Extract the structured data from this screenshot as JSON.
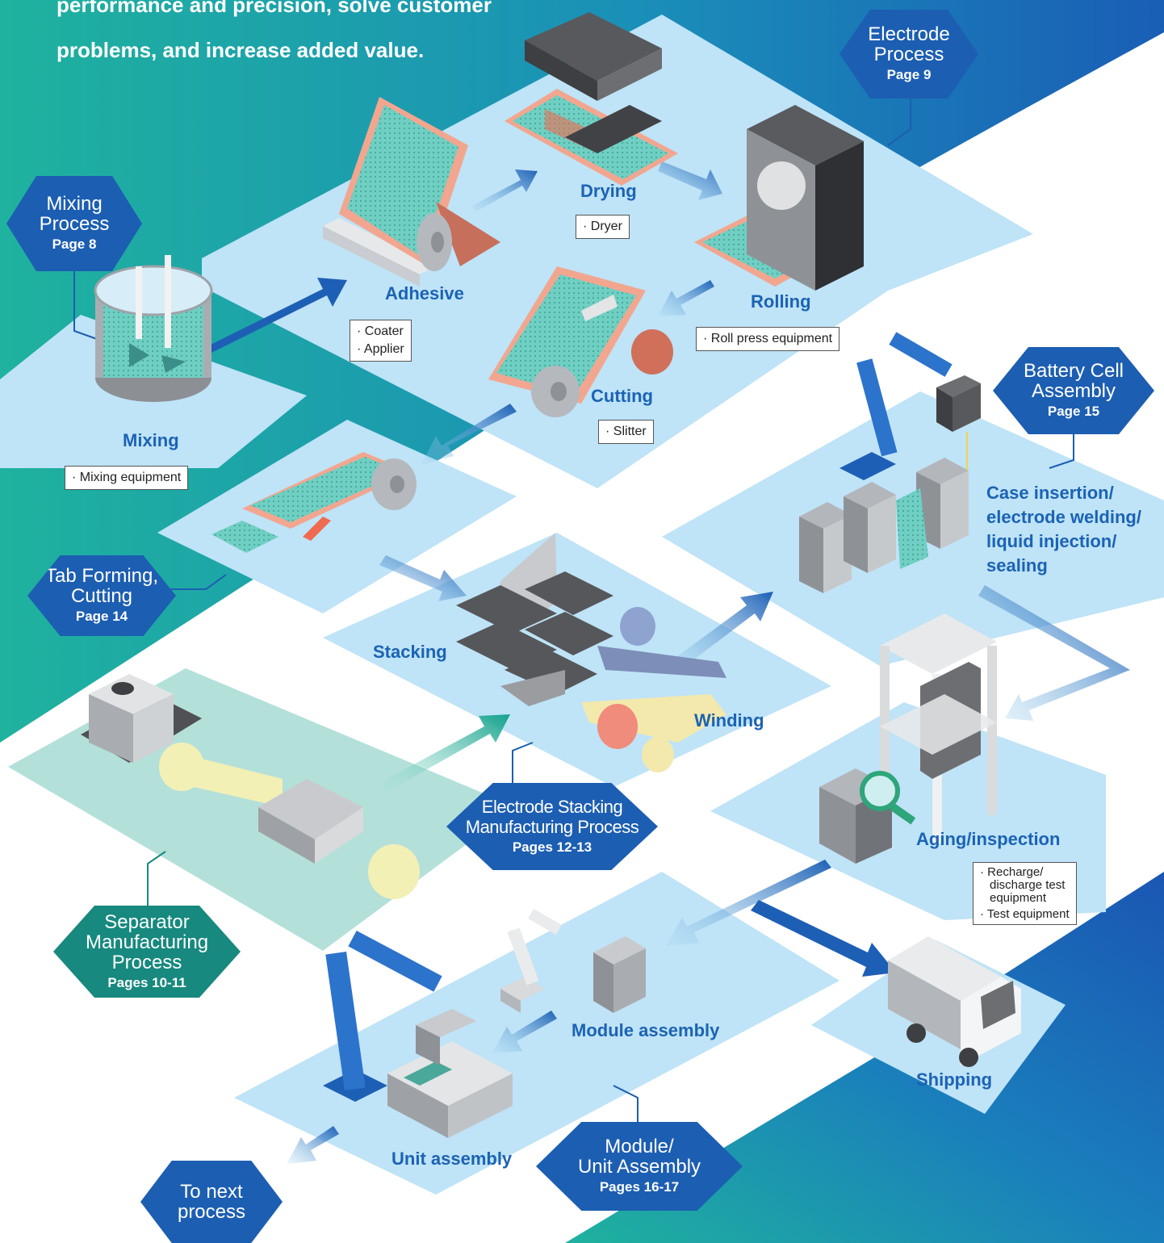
{
  "intro": {
    "line1": "performance and precision, solve customer",
    "line2": "problems, and increase added value."
  },
  "sections": {
    "mixing": {
      "title1": "Mixing",
      "title2": "Process",
      "page": "Page 8"
    },
    "electrode": {
      "title1": "Electrode",
      "title2": "Process",
      "page": "Page 9"
    },
    "battery": {
      "title1": "Battery Cell",
      "title2": "Assembly",
      "page": "Page 15"
    },
    "tab": {
      "title1": "Tab Forming,",
      "title2": "Cutting",
      "page": "Page 14"
    },
    "stacking": {
      "title1": "Electrode Stacking",
      "title2": "Manufacturing Process",
      "page": "Pages 12-13"
    },
    "separator": {
      "title1": "Separator",
      "title2": "Manufacturing",
      "title3": "Process",
      "page": "Pages 10-11"
    },
    "module": {
      "title1": "Module/",
      "title2": "Unit Assembly",
      "page": "Pages 16-17"
    },
    "next": {
      "title1": "To next",
      "title2": "process"
    }
  },
  "steps": {
    "mixing": "Mixing",
    "adhesive": "Adhesive",
    "drying": "Drying",
    "rolling": "Rolling",
    "cutting": "Cutting",
    "case": [
      "Case insertion/",
      "electrode welding/",
      "liquid injection/",
      "sealing"
    ],
    "stacking": "Stacking",
    "winding": "Winding",
    "aging": "Aging/inspection",
    "module": "Module assembly",
    "shipping": "Shipping",
    "unit": "Unit assembly"
  },
  "equipment": {
    "mixing": [
      "Mixing equipment"
    ],
    "adhesive": [
      "Coater",
      "Applier"
    ],
    "drying": [
      "Dryer"
    ],
    "rolling": [
      "Roll press equipment"
    ],
    "cutting": [
      "Slitter"
    ],
    "aging_a": "Recharge/",
    "aging_b": "discharge test",
    "aging_c": "equipment",
    "aging_d": "Test equipment"
  },
  "colors": {
    "label_blue": "#1b63b4",
    "hex_blue": "#1c5eb2",
    "hex_green": "#17897e",
    "panel": "#bfe3f7",
    "panel_green": "#b4e0da"
  }
}
